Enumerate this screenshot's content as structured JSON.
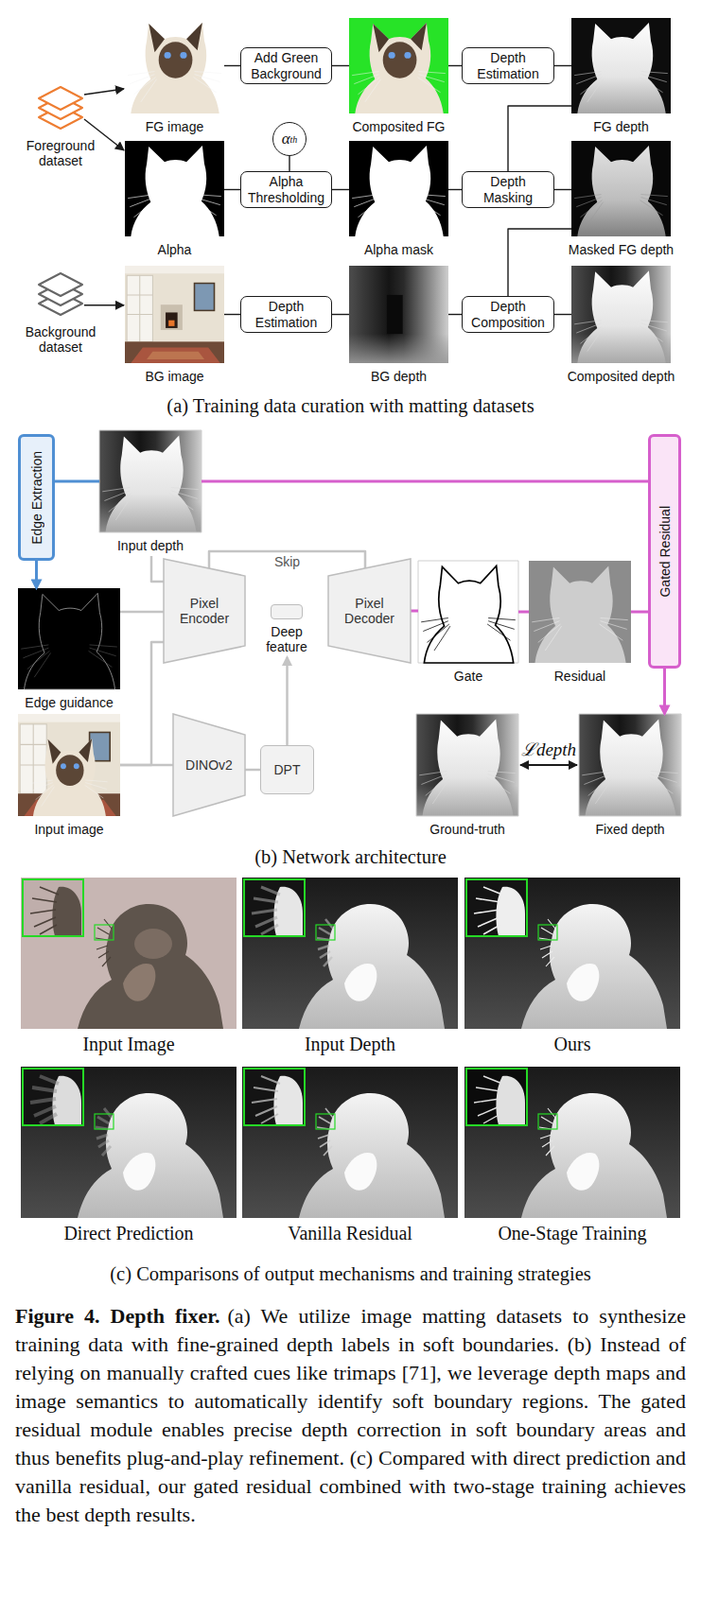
{
  "diagram": {
    "title": "Figure 4. Depth fixer.",
    "caption": "(a) We utilize image matting datasets to synthesize training data with fine-grained depth labels in soft boundaries. (b) Instead of relying on manually crafted cues like trimaps [71], we leverage depth maps and image semantics to automatically identify soft boundary regions. The gated residual module enables precise depth correction in soft boundary areas and thus benefits plug-and-play refinement. (c) Compared with direct prediction and vanilla residual, our gated residual combined with two-stage training achieves the best depth results.",
    "nodes": [
      {
        "text": [
          "Foreground dataset"
        ]
      },
      {
        "text": [
          "FG image"
        ]
      },
      {
        "text": [
          "Add Green Background"
        ]
      },
      {
        "text": [
          "Composited FG"
        ]
      },
      {
        "text": [
          "Depth Estimation"
        ]
      },
      {
        "text": [
          "FG depth"
        ]
      },
      {
        "text": [
          "Alpha"
        ]
      },
      {
        "text": [
          "α",
          "th"
        ]
      },
      {
        "text": [
          "Alpha Thresholding"
        ]
      },
      {
        "text": [
          "Alpha mask"
        ]
      },
      {
        "text": [
          "Depth Masking"
        ]
      },
      {
        "text": [
          "Masked FG depth"
        ]
      },
      {
        "text": [
          "Background dataset"
        ]
      },
      {
        "text": [
          "BG image"
        ]
      },
      {
        "text": [
          "Depth Estimation"
        ]
      },
      {
        "text": [
          "BG depth"
        ]
      },
      {
        "text": [
          "Depth Composition"
        ]
      },
      {
        "text": [
          "Composited depth"
        ]
      },
      {
        "text": [
          "Edge Extraction"
        ]
      },
      {
        "text": [
          "Input depth"
        ]
      },
      {
        "text": [
          "Gated Residual"
        ]
      },
      {
        "text": [
          "Edge guidance"
        ]
      },
      {
        "text": [
          "Pixel Encoder"
        ]
      },
      {
        "text": [
          "Deep feature"
        ]
      },
      {
        "text": [
          "Pixel Decoder"
        ]
      },
      {
        "text": [
          "Gate"
        ]
      },
      {
        "text": [
          "Residual"
        ]
      },
      {
        "text": [
          "Input image"
        ]
      },
      {
        "text": [
          "DINOv2"
        ]
      },
      {
        "text": [
          "DPT"
        ]
      },
      {
        "text": [
          "Ground-truth"
        ]
      },
      {
        "text": [
          "Fixed depth"
        ]
      },
      {
        "text": [
          "Input Image"
        ]
      },
      {
        "text": [
          "Input Depth"
        ]
      },
      {
        "text": [
          "Ours"
        ]
      },
      {
        "text": [
          "Direct Prediction"
        ]
      },
      {
        "text": [
          "Vanilla Residual"
        ]
      },
      {
        "text": [
          "One-Stage Training"
        ]
      }
    ],
    "edges": [
      {
        "from": 0,
        "to": 1,
        "arrow": "to"
      },
      {
        "from": 0,
        "to": 6,
        "arrow": "to"
      },
      {
        "from": 1,
        "to": 2,
        "arrow": "none"
      },
      {
        "from": 2,
        "to": 3,
        "arrow": "none"
      },
      {
        "from": 3,
        "to": 4,
        "arrow": "none"
      },
      {
        "from": 4,
        "to": 5,
        "arrow": "none"
      },
      {
        "from": 6,
        "to": 8,
        "arrow": "none"
      },
      {
        "from": 7,
        "to": 8,
        "arrow": "none"
      },
      {
        "from": 8,
        "to": 9,
        "arrow": "none"
      },
      {
        "from": 9,
        "to": 10,
        "arrow": "none"
      },
      {
        "from": 5,
        "to": 10,
        "arrow": "none"
      },
      {
        "from": 10,
        "to": 11,
        "arrow": "none"
      },
      {
        "from": 12,
        "to": 13,
        "arrow": "to"
      },
      {
        "from": 13,
        "to": 14,
        "arrow": "none"
      },
      {
        "from": 14,
        "to": 15,
        "arrow": "none"
      },
      {
        "from": 15,
        "to": 16,
        "arrow": "none"
      },
      {
        "from": 11,
        "to": 16,
        "arrow": "none"
      },
      {
        "from": 16,
        "to": 17,
        "arrow": "none"
      },
      {
        "from": 18,
        "to": 19,
        "arrow": "none"
      },
      {
        "from": 18,
        "to": 21,
        "arrow": "to"
      },
      {
        "from": 19,
        "to": 20,
        "arrow": "none"
      },
      {
        "from": 19,
        "to": 22,
        "arrow": "none"
      },
      {
        "from": 21,
        "to": 22,
        "arrow": "none"
      },
      {
        "from": 27,
        "to": 22,
        "arrow": "none"
      },
      {
        "from": 27,
        "to": 28,
        "arrow": "none"
      },
      {
        "from": 22,
        "to": 24,
        "label": "Skip",
        "arrow": "none"
      },
      {
        "from": 29,
        "to": 23,
        "arrow": "to"
      },
      {
        "from": 28,
        "to": 29,
        "arrow": "none"
      },
      {
        "from": 24,
        "to": 25,
        "arrow": "none"
      },
      {
        "from": 25,
        "to": 26,
        "arrow": "none"
      },
      {
        "from": 26,
        "to": 20,
        "arrow": "none"
      },
      {
        "from": 20,
        "to": 31,
        "arrow": "to"
      },
      {
        "from": 30,
        "to": 31,
        "label": "ℒdepth",
        "arrow": "both"
      }
    ],
    "labels": [
      "(a) Training data curation with matting datasets",
      "(b) Network architecture",
      "(c) Comparisons of output mechanisms and training strategies"
    ]
  }
}
